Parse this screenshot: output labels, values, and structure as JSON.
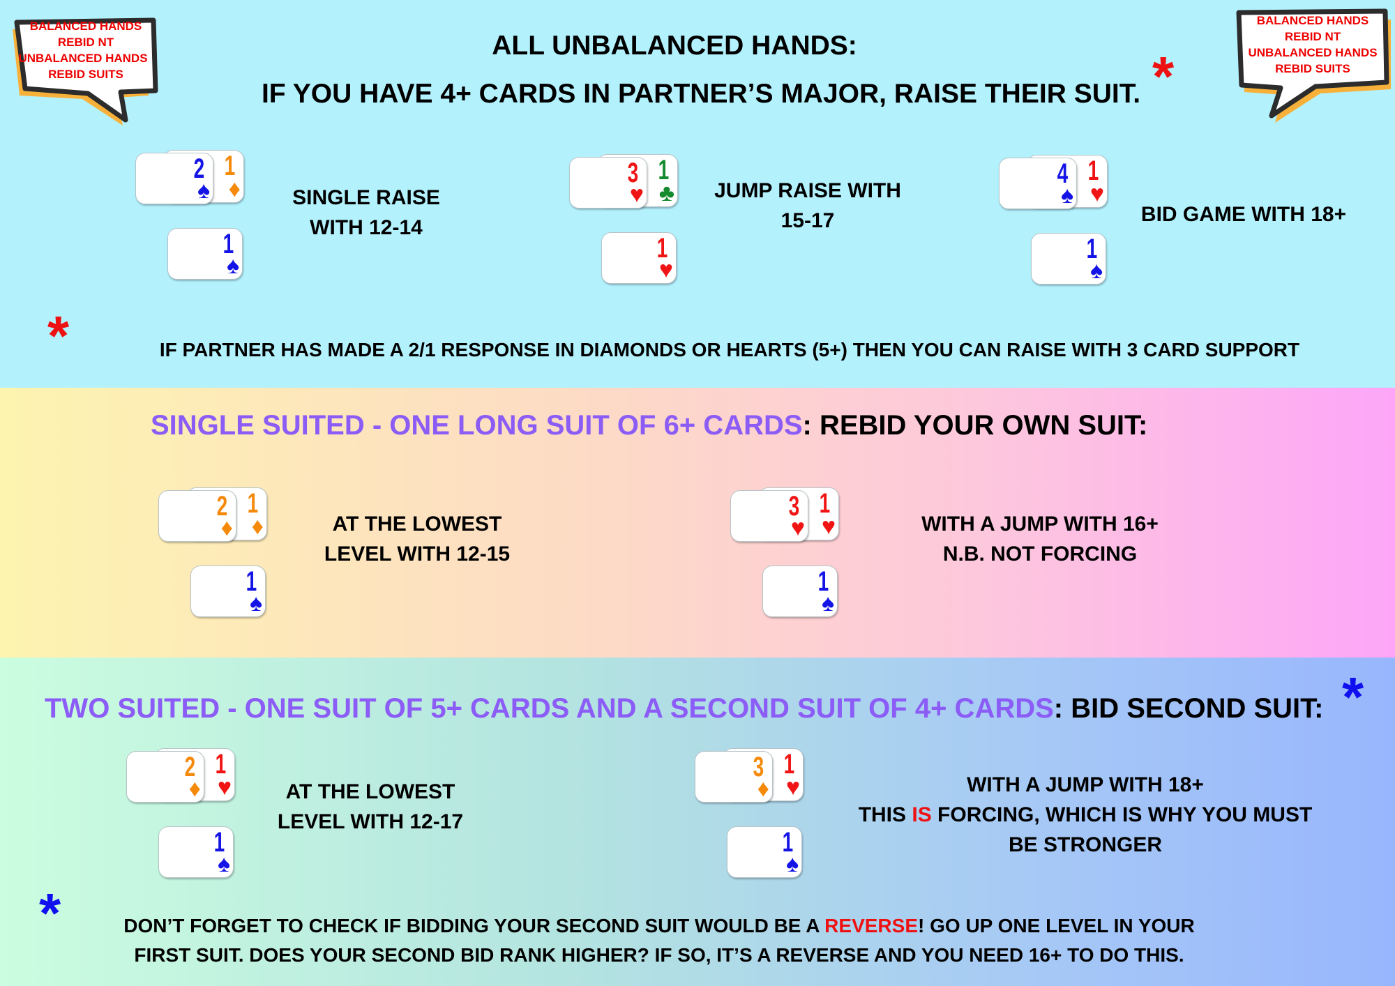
{
  "bubble": {
    "lines": [
      "BALANCED HANDS",
      "REBID NT",
      "UNBALANCED HANDS",
      "REBID SUITS"
    ]
  },
  "section1": {
    "title_line1": "ALL UNBALANCED HANDS:",
    "title_line2": "IF YOU HAVE 4+ CARDS IN PARTNER’S MAJOR, RAISE THEIR SUIT.",
    "asterisk": "*",
    "labels": [
      [
        "SINGLE RAISE",
        "WITH 12-14"
      ],
      [
        "JUMP RAISE WITH",
        "15-17"
      ],
      [
        "BID GAME WITH 18+"
      ]
    ],
    "footnote": "IF PARTNER HAS MADE A 2/1 RESPONSE IN DIAMONDS OR HEARTS (5+) THEN YOU CAN RAISE WITH 3 CARD SUPPORT"
  },
  "section2": {
    "heading_colored": "SINGLE SUITED - ONE LONG SUIT OF 6+ CARDS",
    "heading_rest": ": REBID YOUR OWN SUIT:",
    "labels": [
      [
        "AT THE LOWEST",
        "LEVEL WITH 12-15"
      ],
      [
        "WITH A JUMP WITH 16+",
        "N.B. NOT FORCING"
      ]
    ]
  },
  "section3": {
    "heading_colored": "TWO SUITED - ONE SUIT OF 5+ CARDS AND A SECOND SUIT OF 4+ CARDS",
    "heading_rest": ": BID SECOND SUIT:",
    "asterisk": "*",
    "labels": [
      [
        "AT THE LOWEST",
        "LEVEL WITH 12-17"
      ]
    ],
    "label2_line1": "WITH A JUMP WITH 18+",
    "label2_line2_a": "THIS ",
    "label2_line2_b": "IS",
    "label2_line2_c": " FORCING, WHICH IS WHY YOU MUST",
    "label2_line3": "BE STRONGER",
    "footer_line1_a": "DON’T FORGET TO CHECK IF BIDDING YOUR SECOND SUIT WOULD BE A ",
    "footer_line1_b": "REVERSE",
    "footer_line1_c": "! GO UP ONE LEVEL IN YOUR",
    "footer_line2": "FIRST SUIT. DOES YOUR SECOND BID RANK HIGHER? IF SO, IT’S A REVERSE AND YOU NEED 16+ TO DO THIS."
  },
  "colors": {
    "spade": "#1414e6",
    "heart": "#f01414",
    "diamond": "#f5890a",
    "club": "#158a2e",
    "purple": "#8b5cf6",
    "red_asterisk": "#ee1111",
    "blue_asterisk": "#1010ee"
  },
  "hands": [
    {
      "front": {
        "rank": "2",
        "suit": "spade"
      },
      "back": {
        "rank": "1",
        "suit": "diamond"
      },
      "bottom": {
        "rank": "1",
        "suit": "spade"
      }
    },
    {
      "front": {
        "rank": "3",
        "suit": "heart"
      },
      "back": {
        "rank": "1",
        "suit": "club"
      },
      "bottom": {
        "rank": "1",
        "suit": "heart"
      }
    },
    {
      "front": {
        "rank": "4",
        "suit": "spade"
      },
      "back": {
        "rank": "1",
        "suit": "heart"
      },
      "bottom": {
        "rank": "1",
        "suit": "spade"
      }
    },
    {
      "front": {
        "rank": "2",
        "suit": "diamond"
      },
      "back": {
        "rank": "1",
        "suit": "diamond"
      },
      "bottom": {
        "rank": "1",
        "suit": "spade"
      }
    },
    {
      "front": {
        "rank": "3",
        "suit": "heart"
      },
      "back": {
        "rank": "1",
        "suit": "heart"
      },
      "bottom": {
        "rank": "1",
        "suit": "spade"
      }
    },
    {
      "front": {
        "rank": "2",
        "suit": "diamond"
      },
      "back": {
        "rank": "1",
        "suit": "heart"
      },
      "bottom": {
        "rank": "1",
        "suit": "spade"
      }
    },
    {
      "front": {
        "rank": "3",
        "suit": "diamond"
      },
      "back": {
        "rank": "1",
        "suit": "heart"
      },
      "bottom": {
        "rank": "1",
        "suit": "spade"
      }
    }
  ]
}
